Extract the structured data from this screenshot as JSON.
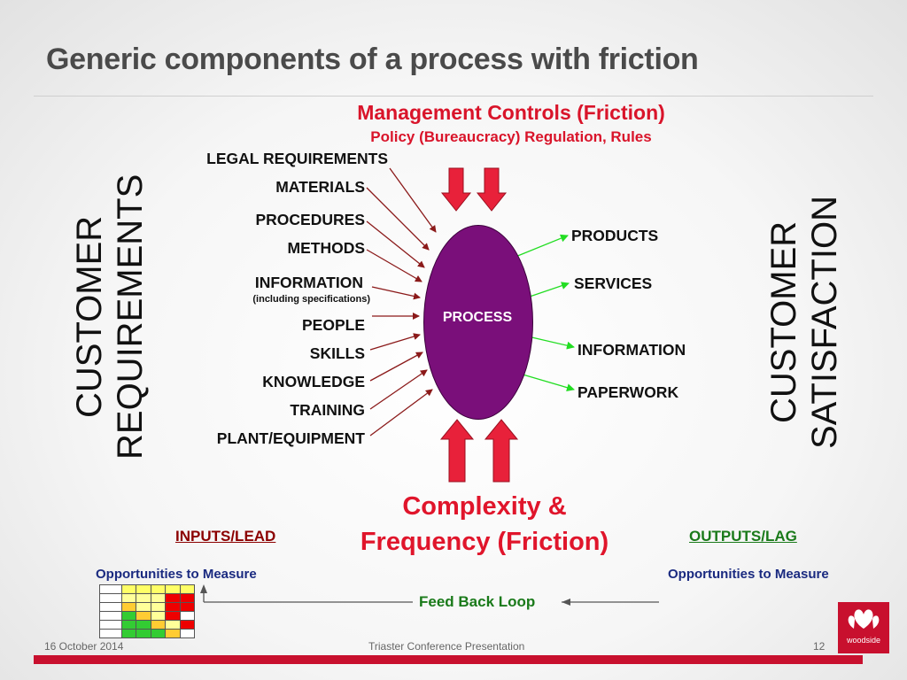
{
  "slide": {
    "title": "Generic components of a process with friction",
    "management_title": "Management Controls (Friction)",
    "management_subtitle": "Policy (Bureaucracy) Regulation, Rules",
    "inputs": [
      "LEGAL REQUIREMENTS",
      "MATERIALS",
      "PROCEDURES",
      "METHODS",
      "INFORMATION",
      "PEOPLE",
      "SKILLS",
      "KNOWLEDGE",
      "TRAINING",
      "PLANT/EQUIPMENT"
    ],
    "information_note": "(including  specifications)",
    "process_label": "PROCESS",
    "outputs": [
      "PRODUCTS",
      "SERVICES",
      "INFORMATION",
      "PAPERWORK"
    ],
    "left_vertical": [
      "CUSTOMER",
      "REQUIREMENTS"
    ],
    "right_vertical": [
      "CUSTOMER",
      "SATISFACTION"
    ],
    "complexity_line1": "Complexity &",
    "complexity_line2": "Frequency (Friction)",
    "inputs_lead": "INPUTS/LEAD",
    "outputs_lag": "OUTPUTS/LAG",
    "opportunities_left": "Opportunities to Measure",
    "opportunities_right": "Opportunities to Measure",
    "feedback": "Feed Back Loop"
  },
  "footer": {
    "date": "16 October 2014",
    "center": "Triaster Conference Presentation",
    "page": "12",
    "logo": "woodside"
  },
  "colors": {
    "friction_red": "#d9142a",
    "process_purple": "#7a0f7a",
    "input_arrow": "#8b1a1a",
    "output_arrow": "#22dd22",
    "footer_red": "#c8102e"
  }
}
